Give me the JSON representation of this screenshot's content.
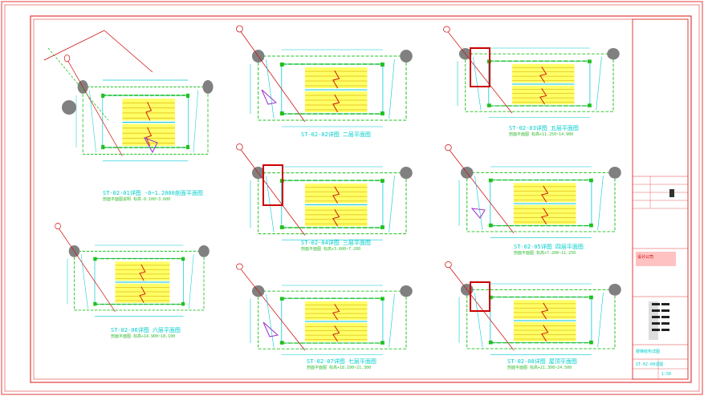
{
  "sheet": {
    "colors": {
      "border": "#e23b3b",
      "dim": "#00c8d4",
      "structure": "#20c020",
      "stair_fill": "#ffff66",
      "axis_line": "#d01010",
      "column": "#808080",
      "highlight": "#cc0000",
      "accent": "#9933cc"
    },
    "plans": [
      {
        "id": "p1",
        "title": "ST-02-01详图 -0~1.2000剖面平面图",
        "subtitle": "剖面平面图说明 标高-0.100~3.600"
      },
      {
        "id": "p2",
        "title": "ST-02-02详图 二层平面图",
        "subtitle": ""
      },
      {
        "id": "p3",
        "title": "ST-02-03详图 五层平面图",
        "subtitle": "剖面平面图 标高+11.250~14.900"
      },
      {
        "id": "p4",
        "title": "ST-02-04详图 三层平面图",
        "subtitle": "剖面平面图 标高+3.600~7.200"
      },
      {
        "id": "p5",
        "title": "ST-02-05详图 四层平面图",
        "subtitle": "剖面平面图 标高+7.200~11.250"
      },
      {
        "id": "p6",
        "title": "ST-02-06详图 六层平面图",
        "subtitle": "剖面平面图 标高+14.900~18.100"
      },
      {
        "id": "p7",
        "title": "ST-02-07详图 七层平面图",
        "subtitle": "剖面平面图 标高+18.100~21.300"
      },
      {
        "id": "p8",
        "title": "ST-02-08详图 屋顶平面图",
        "subtitle": "剖面平面图 标高+21.300~24.500"
      }
    ],
    "title_block": {
      "company": "设计公司",
      "project": "楼梯结构详图",
      "drawing_no": "ST-02-08详图",
      "scale": "1:50"
    }
  }
}
